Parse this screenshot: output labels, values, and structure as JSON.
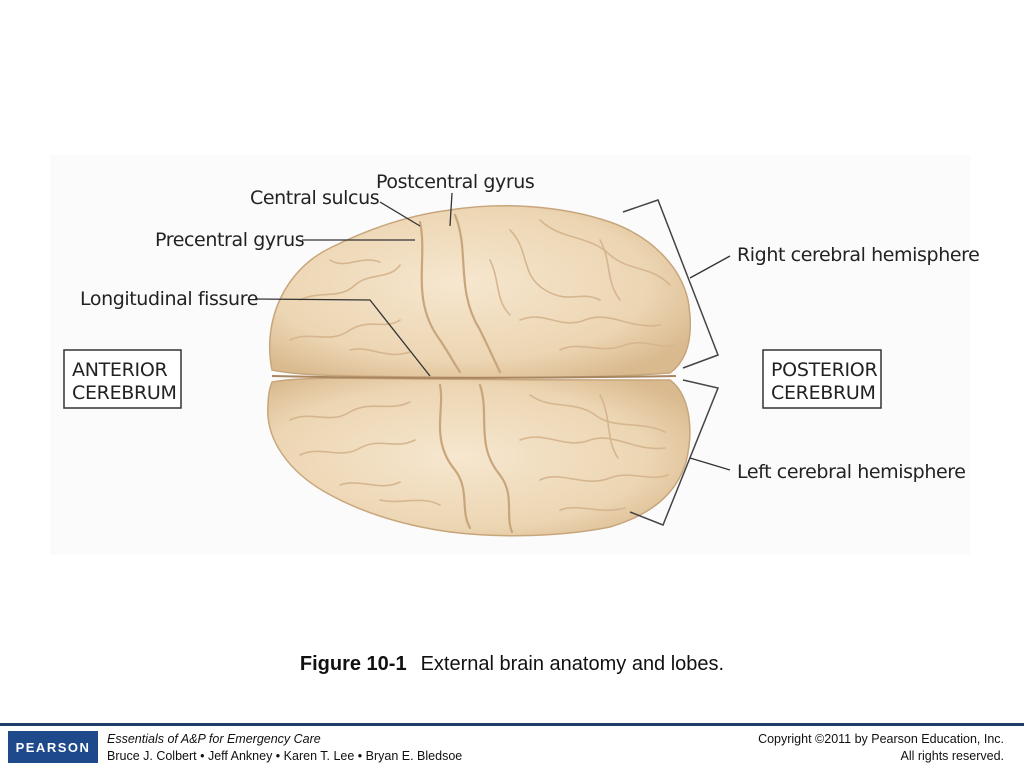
{
  "diagram": {
    "labels": {
      "central_sulcus": "Central sulcus",
      "postcentral_gyrus": "Postcentral gyrus",
      "precentral_gyrus": "Precentral gyrus",
      "longitudinal_fissure": "Longitudinal fissure",
      "right_hemisphere": "Right cerebral hemisphere",
      "left_hemisphere": "Left cerebral hemisphere"
    },
    "anterior_box": {
      "line1": "ANTERIOR",
      "line2": "CEREBRUM"
    },
    "posterior_box": {
      "line1": "POSTERIOR",
      "line2": "CEREBRUM"
    }
  },
  "caption": {
    "figure_number": "Figure 10-1",
    "text": "External brain anatomy and lobes."
  },
  "footer": {
    "logo_text": "PEARSON",
    "book_title": "Essentials of A&P for Emergency Care",
    "authors": "Bruce J. Colbert • Jeff Ankney • Karen T. Lee • Bryan E. Bledsoe",
    "copyright_line1": "Copyright ©2011 by Pearson Education, Inc.",
    "copyright_line2": "All rights reserved."
  }
}
